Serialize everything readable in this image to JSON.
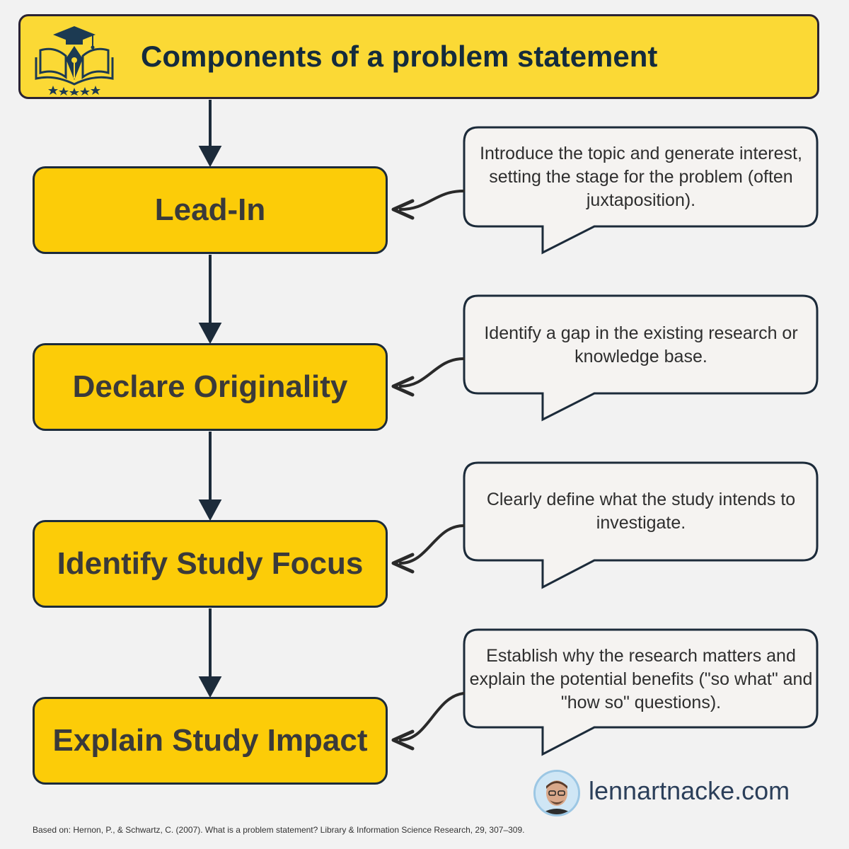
{
  "header": {
    "title": "Components of a problem statement",
    "logo_icon": "graduation-pen-book-icon"
  },
  "steps": [
    {
      "label": "Lead-In",
      "description": "Introduce the topic and generate interest, setting the stage for the problem (often juxtaposition)."
    },
    {
      "label": "Declare Originality",
      "description": "Identify a gap in the existing research or knowledge base."
    },
    {
      "label": "Identify Study Focus",
      "description": "Clearly define what the study intends to investigate."
    },
    {
      "label": "Explain Study Impact",
      "description": "Establish why the research matters and explain the potential benefits (\"so what\" and \"how so\" questions)."
    }
  ],
  "footer": {
    "website": "lennartnacke.com",
    "citation": "Based on: Hernon, P., & Schwartz, C. (2007). What is a problem statement? Library & Information Science Research, 29, 307–309."
  },
  "colors": {
    "accent": "#fccc08",
    "header_bg": "#fbd935",
    "outline": "#1c2b3a",
    "bubble_bg": "#f5f3f1"
  }
}
